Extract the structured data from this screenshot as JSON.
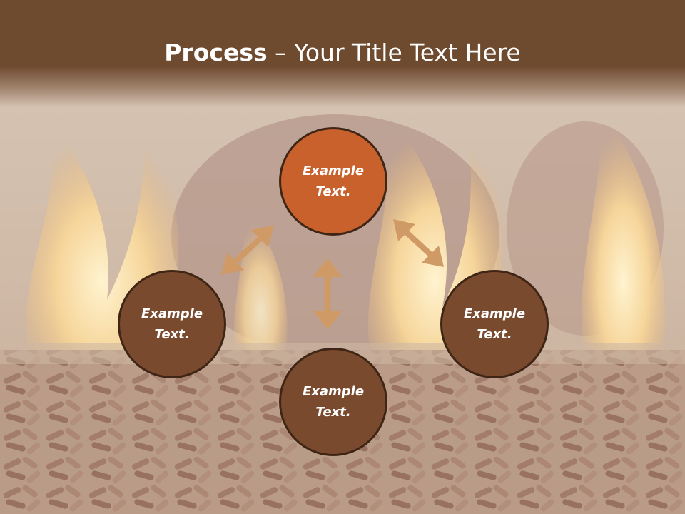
{
  "title": {
    "bold": "Process",
    "rest": " – Your Title Text Here"
  },
  "nodes": {
    "top": "Example Text.",
    "left": "Example Text.",
    "right": "Example Text.",
    "bottom": "Example Text."
  },
  "colors": {
    "title_bar": "#6e4a2f",
    "accent_node": "#c9612c",
    "node": "#7a4a2e",
    "node_border": "#3e2515",
    "arrow": "#cf9a66"
  },
  "background": "fire-and-wood-pellets"
}
